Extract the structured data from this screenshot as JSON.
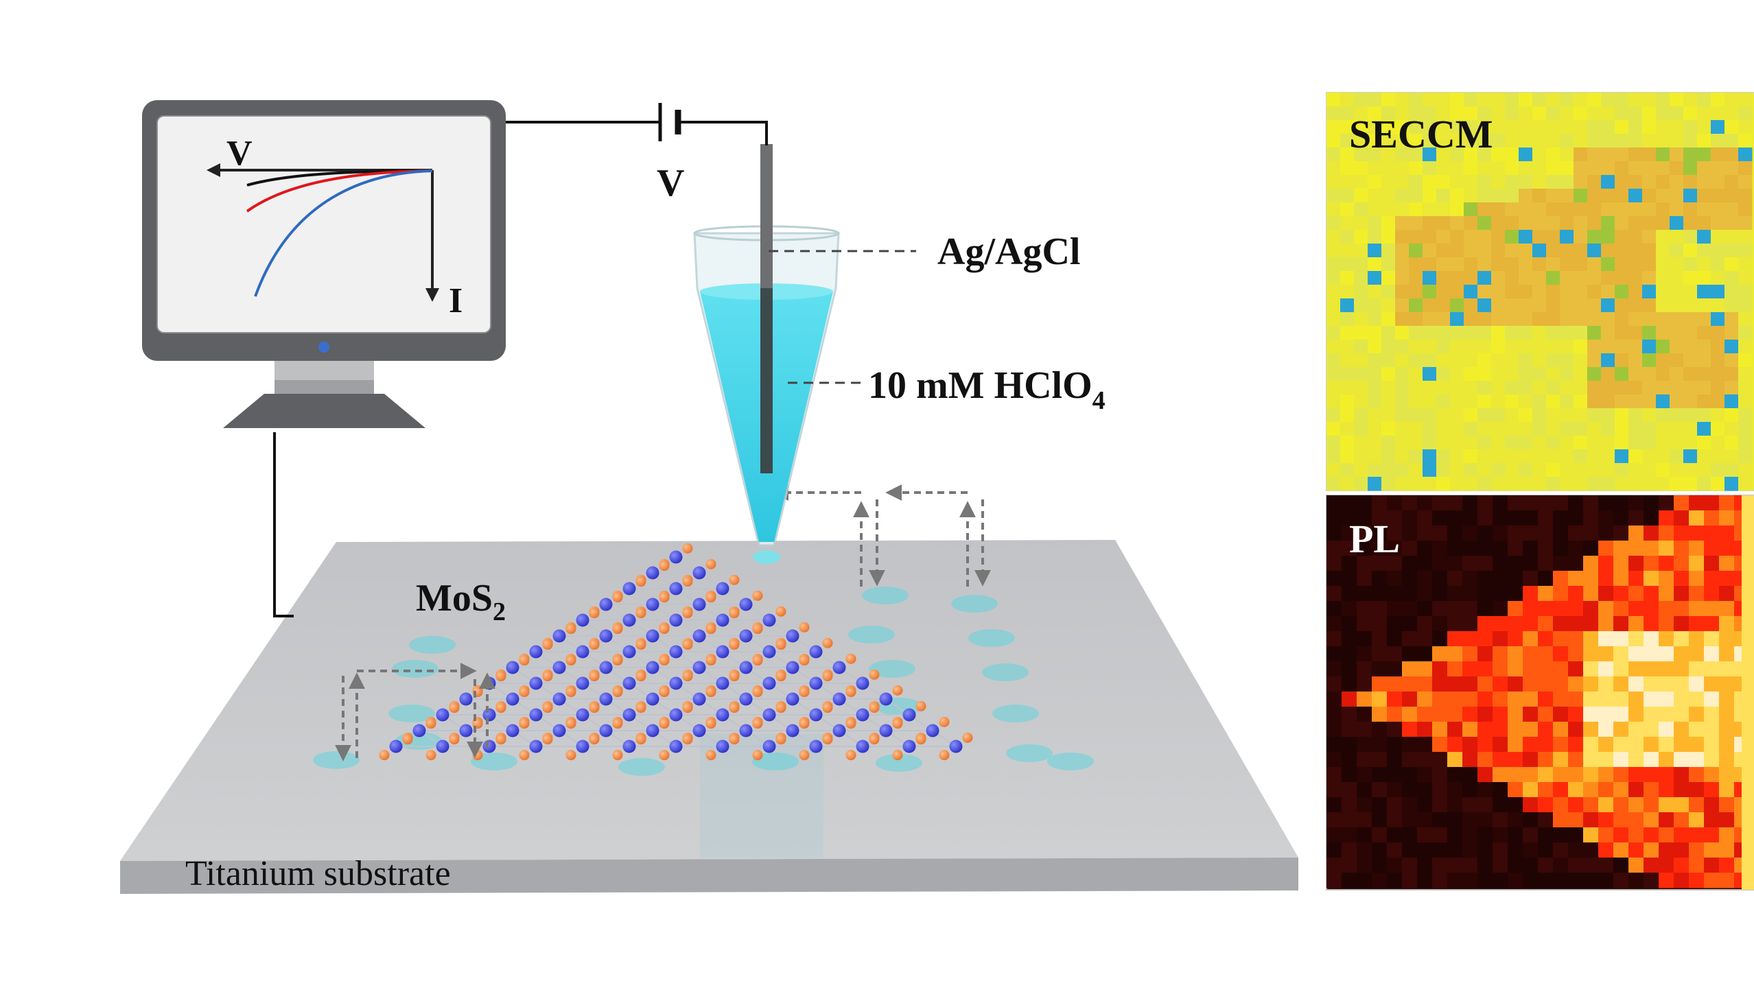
{
  "monitor": {
    "axis_v_label": "V",
    "axis_i_label": "I",
    "curve_colors": [
      "#111111",
      "#e0161c",
      "#2f6bc0"
    ]
  },
  "circuit": {
    "source_label": "V"
  },
  "labels": {
    "electrode": "Ag/AgCl",
    "electrolyte_main": "10 mM HClO",
    "electrolyte_sub": "4",
    "material_main": "MoS",
    "material_sub": "2",
    "substrate": "Titanium substrate"
  },
  "maps": {
    "seccm_title": "SECCM",
    "pl_title": "PL"
  },
  "colors": {
    "electrolyte": "#3fd3e6",
    "molybdenum": "#3a3fd6",
    "sulfur": "#f08a3c",
    "substrate": "#c9cacc",
    "seccm_bg": "#ecec30",
    "seccm_flake": "#e6b438",
    "seccm_spot": "#2aa4d2",
    "pl_bg": "#2a0504",
    "pl_hot": "#ff7a10"
  }
}
